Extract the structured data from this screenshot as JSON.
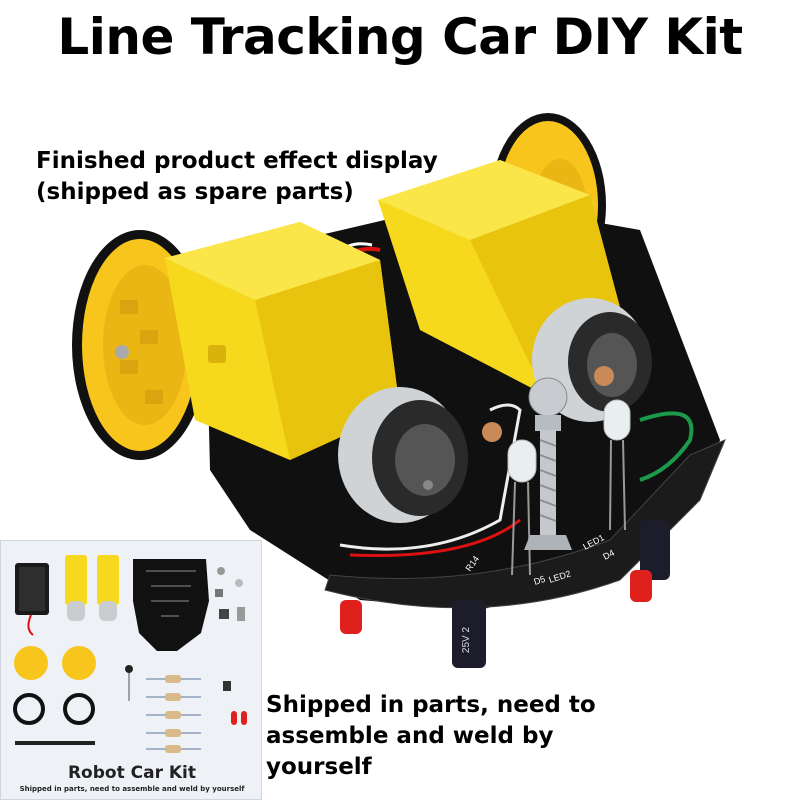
{
  "title": "Line Tracking Car DIY Kit",
  "caption_top": {
    "line1": "Finished product effect display",
    "line2": "(shipped as spare parts)"
  },
  "caption_bottom": {
    "line1": "Shipped in parts, need to",
    "line2": "assemble and weld by",
    "line3": "yourself"
  },
  "inset": {
    "title": "Robot Car Kit",
    "subtitle": "Shipped in parts, need to assemble and weld by yourself"
  },
  "pcb_labels": {
    "d5": "D5",
    "led2": "LED2",
    "r14": "R14",
    "d4": "D4",
    "led1": "LED1",
    "cap_value": "25V 2"
  },
  "colors": {
    "motor_yellow": "#f6d81c",
    "wheel_yellow": "#f7c51c",
    "pcb_black": "#101010",
    "led_red": "#e0201c"
  }
}
